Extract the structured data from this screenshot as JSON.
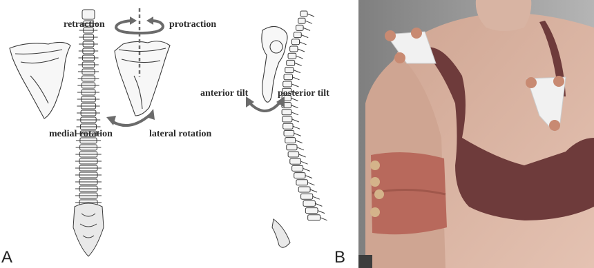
{
  "panel_a": {
    "labels": {
      "retraction": "retraction",
      "protraction": "protraction",
      "medial_rotation": "medial rotation",
      "lateral_rotation": "lateral rotation",
      "anterior_tilt": "anterior tilt",
      "posterior_tilt": "posterior tilt"
    },
    "letter": "A"
  },
  "panel_b": {
    "letter": "B"
  },
  "colors": {
    "arrow": "#6b6b6b",
    "bone_line": "#3a3a3a",
    "band": "#b8695c",
    "bra": "#6e3b3b",
    "skin": "#d9b3a0"
  }
}
